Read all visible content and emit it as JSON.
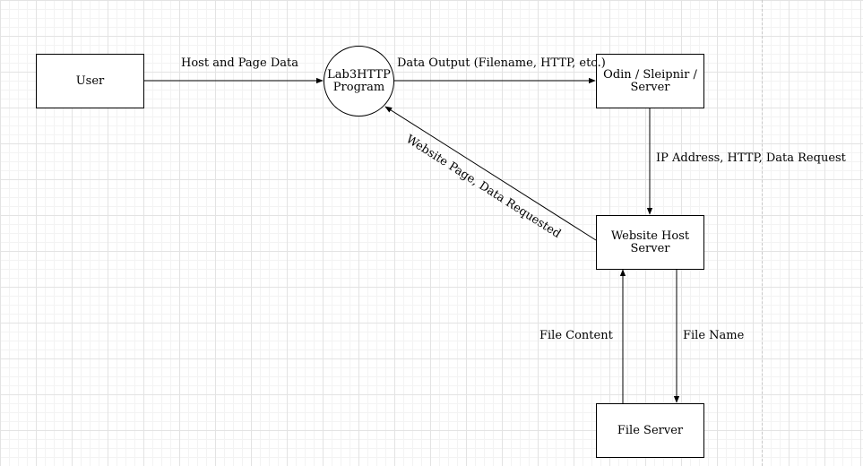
{
  "diagram": {
    "nodes": {
      "user": "User",
      "program": "Lab3HTTP\nProgram",
      "odin": "Odin / Sleipnir /\nServer",
      "website_host": "Website Host\nServer",
      "file_server": "File Server"
    },
    "edges": {
      "host_page_data": "Host and Page Data",
      "data_output": "Data Output (Filename, HTTP, etc.)",
      "ip_request": "IP Address, HTTP, Data Request",
      "website_page": "Website Page, Data Requested",
      "file_content": "File Content",
      "file_name": "File Name"
    }
  }
}
